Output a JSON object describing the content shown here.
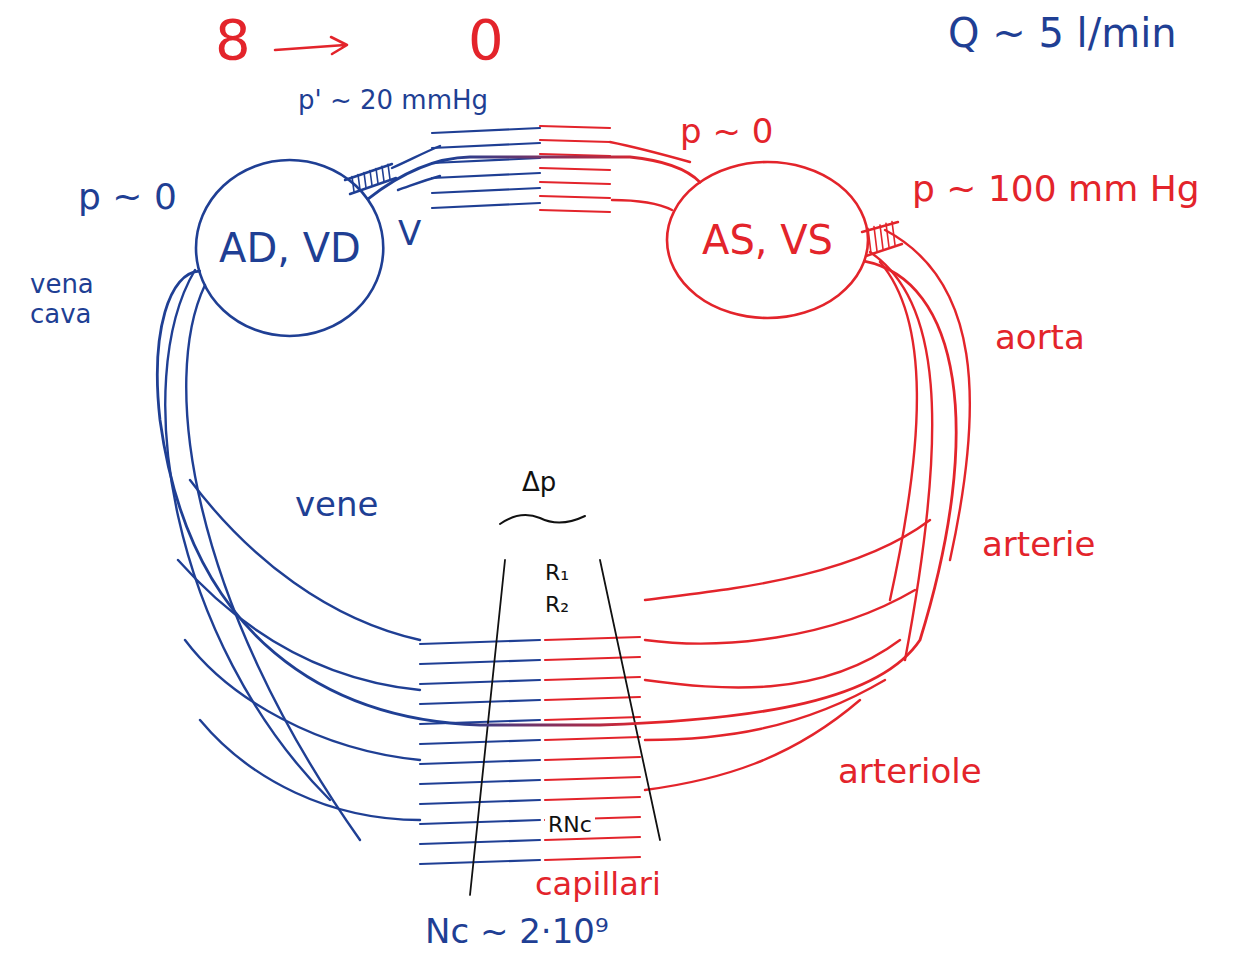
{
  "diagram": {
    "nodes": [
      {
        "text": [
          "AD, VD"
        ]
      },
      {
        "text": [
          "AS, VS"
        ]
      }
    ],
    "edges": [
      {
        "from": 0,
        "to": 1,
        "arrow": "none"
      },
      {
        "from": 1,
        "to": 0,
        "arrow": "none"
      }
    ],
    "labels": [
      "8",
      "0",
      "Q ~ 5 l/min",
      "p' ~ 20 mmHg",
      "p ~ 0",
      "V",
      "vena cava",
      "p ~ 0",
      "p ~ 100 mm Hg",
      "aorta",
      "vene",
      "Δp",
      "arterie",
      "R₁",
      "R₂",
      "arteriole",
      "RNc",
      "capillari",
      "Nc ~ 2·10⁹"
    ]
  }
}
